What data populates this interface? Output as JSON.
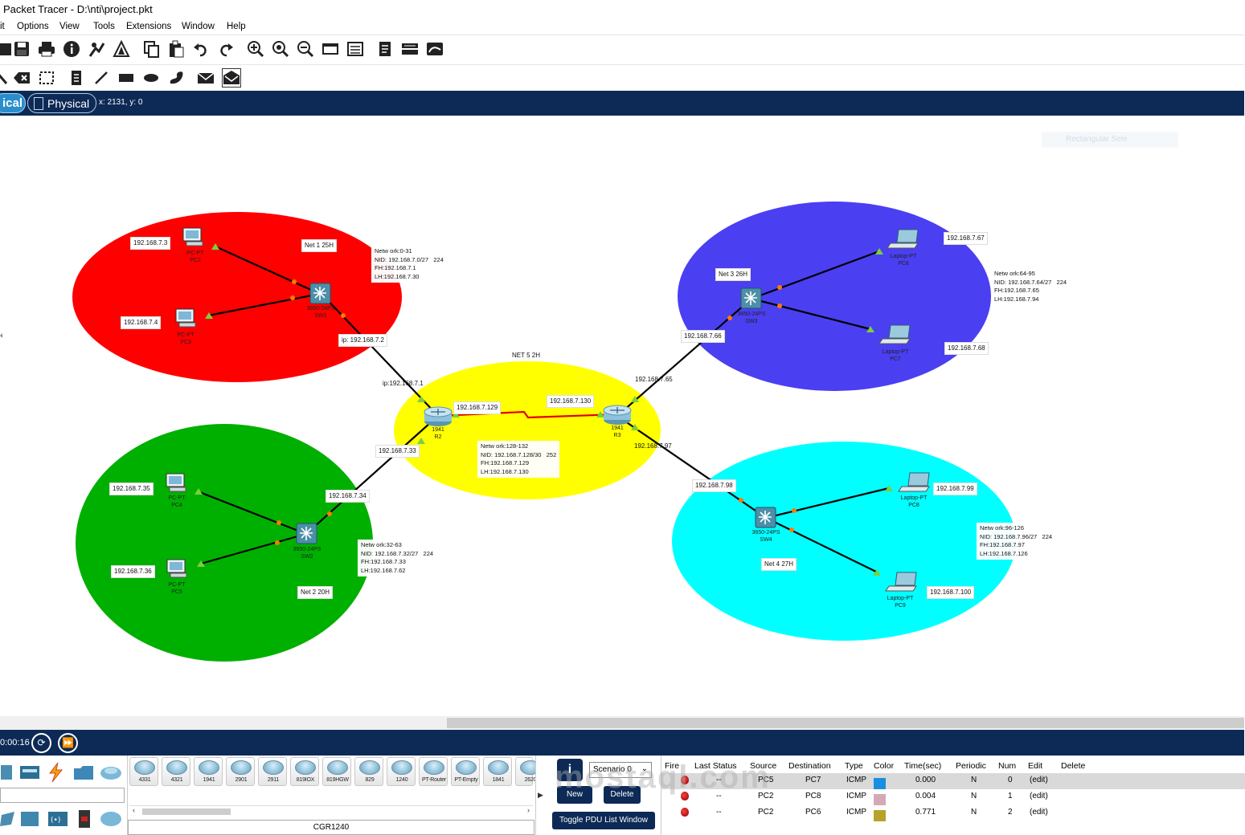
{
  "window": {
    "title": "Packet Tracer - D:\\nti\\project.pkt"
  },
  "menu": {
    "items": [
      "it",
      "Options",
      "View",
      "Tools",
      "Extensions",
      "Window",
      "Help"
    ]
  },
  "toolbar_main": {
    "icons": [
      "save-folder-icon",
      "save-icon",
      "print-icon",
      "info-icon",
      "activity-wizard-icon",
      "custom-device-icon",
      "copy-icon",
      "paste-icon",
      "undo-icon",
      "redo-icon",
      "zoom-in-icon",
      "zoom-reset-icon",
      "zoom-out-icon",
      "rectangle-view-icon",
      "list-view-icon",
      "notes-icon",
      "palette-icon",
      "pdu-icon"
    ]
  },
  "toolbar_draw": {
    "icons": [
      "select-icon",
      "delete-icon",
      "resize-icon",
      "note-icon",
      "line-icon",
      "rectangle-icon",
      "ellipse-icon",
      "freeform-icon",
      "simple-pdu-icon",
      "complex-pdu-icon"
    ]
  },
  "viewbar": {
    "logical_label": "ical",
    "physical_label": "Physical",
    "coords": "x: 2131, y: 0"
  },
  "canvas": {
    "ghost_label": "Rectangular Sele",
    "zones": [
      {
        "name": "red",
        "color": "#ff0000"
      },
      {
        "name": "blue",
        "color": "#4b3ff2"
      },
      {
        "name": "green",
        "color": "#00b000"
      },
      {
        "name": "cyan",
        "color": "#00ffff"
      },
      {
        "name": "yellow",
        "color": "#ffff00"
      }
    ],
    "labels": {
      "pc2_ip": "192.168.7.3",
      "pc3_ip": "192.168.7.4",
      "net1": "Net 1      25H",
      "sw1_uplink": "ip: 192.168.7.2",
      "r2_uplink": "ip:192.168.7.1",
      "net5": "NET 5  2H",
      "r2_serial": "192.168.7.129",
      "r3_serial": "192.168.7.130",
      "r2_g2": "192.168.7.33",
      "sw2_uplink": "192.168.7.34",
      "pc4_ip": "192.168.7.35",
      "pc5_ip": "192.168.7.36",
      "net2": "Net 2 20H",
      "pc6_ip": "192.168.7.67",
      "pc7_ip": "192.168.7.68",
      "net3": "Net 3  26H",
      "sw3_uplink": "192.168.7.66",
      "r3_g1": "192.168.7.65",
      "r3_g2": "192.168.7.97",
      "sw4_uplink": "192.168.7.98",
      "pc8_ip": "192.168.7.99",
      "pc9_ip": "192.168.7.100",
      "net4": "Net 4 27H"
    },
    "notes": {
      "net1_info": "Netw ork:0-31\nNID: 192.168.7.0/27   224\nFH:192.168.7.1\nLH:192.168.7.30",
      "net2_info": "Netw ork:32-63\nNID: 192.168.7.32/27   224\nFH:192.168.7.33\nLH:192.168.7.62",
      "net3_info": "Netw ork:64-95\nNID: 192.168.7.64/27   224\nFH:192.168.7.65\nLH:192.168.7.94",
      "net4_info": "Netw ork:96-126\nNID: 192.168.7.96/27   224\nFH:192.168.7.97\nLH:192.168.7.126",
      "net5_info": "Netw ork:128-132\nNID: 192.168.7.128/30   252\nFH:192.168.7.129\nLH:192.168.7.130"
    },
    "devices": {
      "pc2": "PC-PT\nPC2",
      "pc3": "PC-PT\nPC3",
      "sw1": "3650-24PS\nSW1",
      "pc4": "PC-PT\nPC4",
      "pc5": "PC-PT\nPC5",
      "sw2": "3650-24PS\nSW2",
      "r2": "1941\nR2",
      "r3": "1941\nR3",
      "pc6": "Laptop-PT\nPC6",
      "pc7": "Laptop-PT\nPC7",
      "sw3": "3650-24PS\nSW3",
      "pc8": "Laptop-PT\nPC8",
      "pc9": "Laptop-PT\nPC9",
      "sw4": "3650-24PS\nSW4"
    }
  },
  "timebar": {
    "time": "0:00:16"
  },
  "device_palette": {
    "items": [
      "4331",
      "4321",
      "1941",
      "2901",
      "2911",
      "819IOX",
      "819HGW",
      "829",
      "1240",
      "PT-Router",
      "PT-Empty",
      "1841",
      "2620"
    ],
    "selected_model": "CGR1240"
  },
  "scenario": {
    "select": "Scenario 0",
    "new_label": "New",
    "delete_label": "Delete",
    "toggle_label": "Toggle PDU List Window",
    "info": "i"
  },
  "pdu_list": {
    "headers": [
      "Fire",
      "Last Status",
      "Source",
      "Destination",
      "Type",
      "Color",
      "Time(sec)",
      "Periodic",
      "Num",
      "Edit",
      "Delete"
    ],
    "rows": [
      {
        "status": "--",
        "source": "PC5",
        "destination": "PC7",
        "type": "ICMP",
        "color": "#1a8fe0",
        "time": "0.000",
        "periodic": "N",
        "num": "0",
        "edit": "(edit)"
      },
      {
        "status": "--",
        "source": "PC2",
        "destination": "PC8",
        "type": "ICMP",
        "color": "#d4a9b6",
        "time": "0.004",
        "periodic": "N",
        "num": "1",
        "edit": "(edit)"
      },
      {
        "status": "--",
        "source": "PC2",
        "destination": "PC6",
        "type": "ICMP",
        "color": "#b7a22a",
        "time": "0.771",
        "periodic": "N",
        "num": "2",
        "edit": "(edit)"
      }
    ]
  },
  "watermark": "mostaql.com"
}
